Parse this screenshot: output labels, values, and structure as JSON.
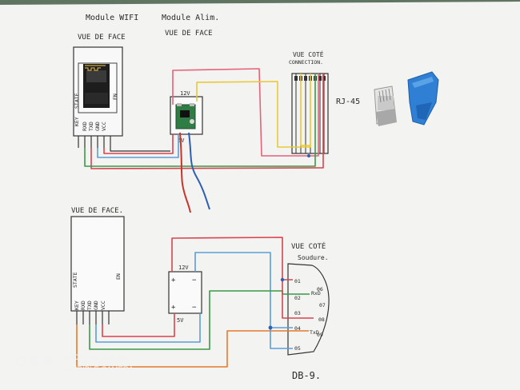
{
  "labels": {
    "wifi_title": "Module WIFI",
    "wifi_sub": "VUE DE FACE",
    "alim_title": "Module Alim.",
    "alim_sub": "VUE DE FACE",
    "rj_title": "VUE COTÉ",
    "rj_sub": "CONNECTION.",
    "rj_name": "RJ-45",
    "front2": "VUE DE FACE.",
    "db_title": "VUE COTÉ",
    "db_sub": "Soudure.",
    "db_name": "DB-9.",
    "v12_top": "12V",
    "v5_top": "5V",
    "v12_bot": "12V",
    "v5_bot": "5V",
    "plus": "+",
    "minus": "−",
    "wifi_pins": [
      "RXD",
      "TXD",
      "GND",
      "VCC"
    ],
    "wifi_side": [
      "KEY",
      "STATE",
      "EN"
    ],
    "db_pins": [
      "01",
      "02",
      "03",
      "04",
      "05"
    ],
    "db_pins_right": [
      "06",
      "07",
      "08",
      "09"
    ],
    "rxd": "RxD",
    "txd": "TxD"
  },
  "watermark": {
    "line1": "SHOT ON MI 9 SE",
    "line2": "AI TRIPLE CAMERA"
  },
  "colors": {
    "paper": "#f3f3f1",
    "red": "#d9434f",
    "blue": "#5a9ed8",
    "green": "#3a9a48",
    "yellow": "#e8c936",
    "orange": "#e57a2d",
    "pink": "#e5627a",
    "navy": "#2e5fb0"
  }
}
